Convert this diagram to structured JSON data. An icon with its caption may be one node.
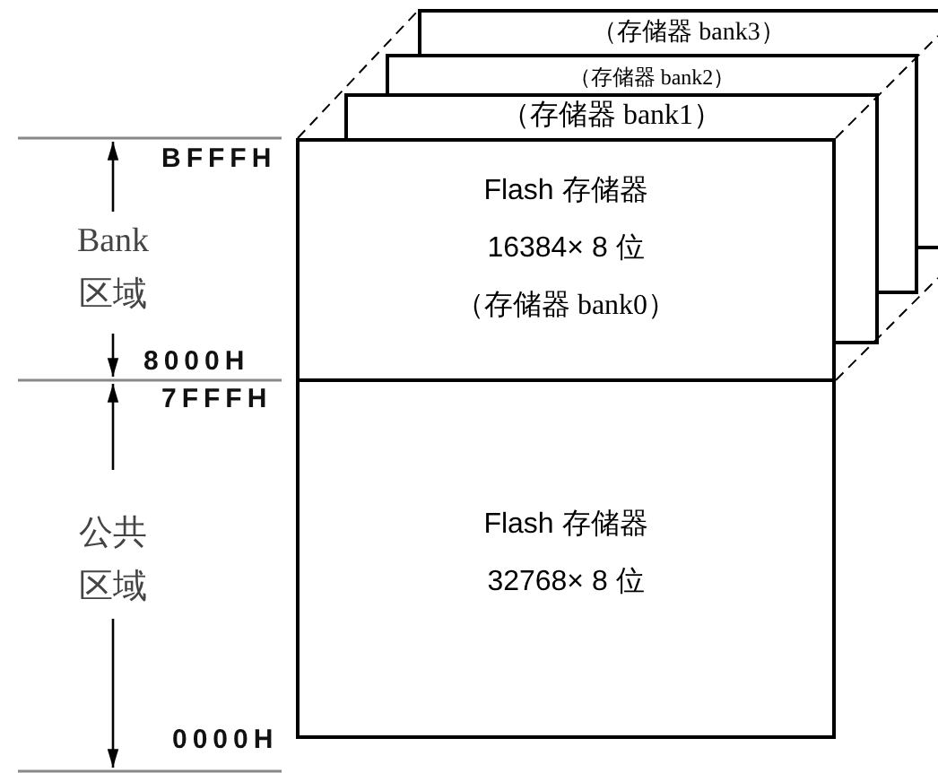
{
  "diagram": {
    "nodes": [
      {
        "text": [
          "（存储器 bank3）"
        ]
      },
      {
        "text": [
          "（存储器 bank2）"
        ]
      },
      {
        "text": [
          "（存储器 bank1）"
        ]
      },
      {
        "text": [
          "Flash 存储器",
          "16384× 8 位",
          "（存储器 bank0）"
        ]
      },
      {
        "text": [
          "Flash 存储器",
          "32768× 8 位"
        ]
      }
    ],
    "edges": [],
    "labels": [
      "BFFFH",
      "Bank 区域",
      "8000H",
      "7FFFH",
      "公共区域",
      "0000H"
    ]
  }
}
